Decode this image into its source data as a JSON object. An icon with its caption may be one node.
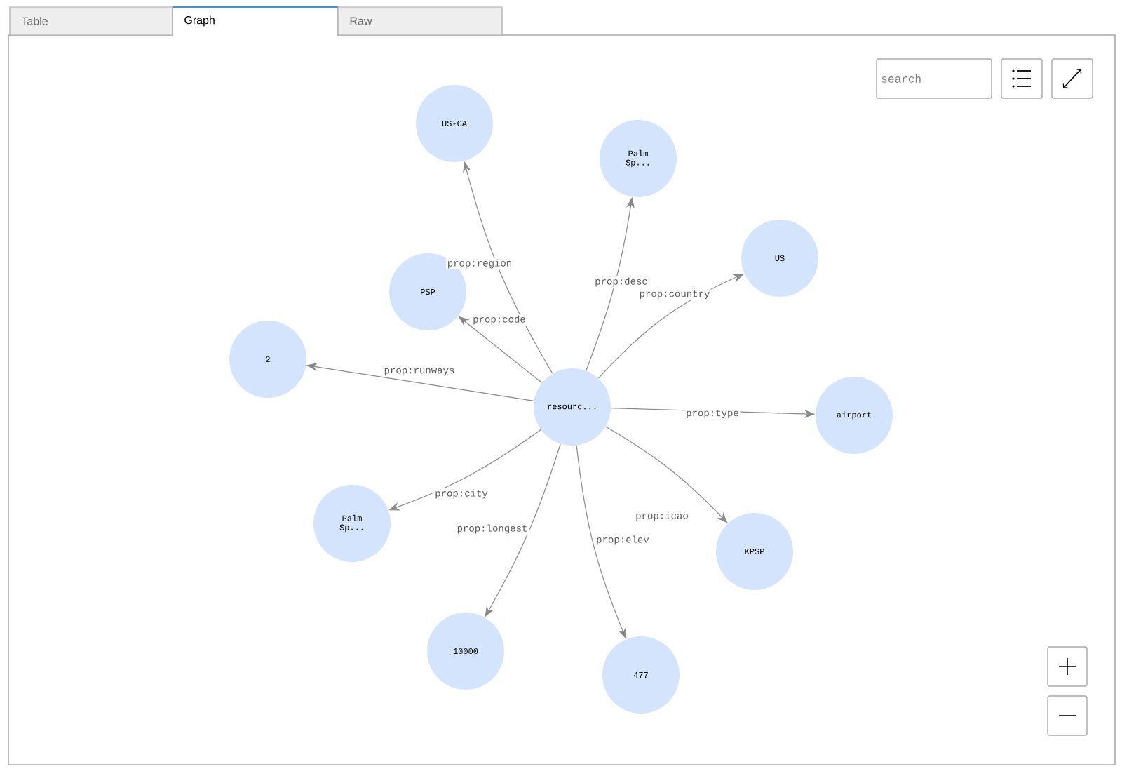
{
  "diagram": {
    "nodes": [
      {
        "text": [
          "resourc..."
        ]
      },
      {
        "text": [
          "US-CA"
        ]
      },
      {
        "text": [
          "Palm Sp..."
        ]
      },
      {
        "text": [
          "US"
        ]
      },
      {
        "text": [
          "PSP"
        ]
      },
      {
        "text": [
          "2"
        ]
      },
      {
        "text": [
          "airport"
        ]
      },
      {
        "text": [
          "Palm Sp..."
        ]
      },
      {
        "text": [
          "KPSP"
        ]
      },
      {
        "text": [
          "10000"
        ]
      },
      {
        "text": [
          "477"
        ]
      }
    ],
    "edges": [
      {
        "from": 0,
        "to": 1,
        "arrow": "to",
        "label": "prop:region"
      },
      {
        "from": 0,
        "to": 2,
        "arrow": "to",
        "label": "prop:desc"
      },
      {
        "from": 0,
        "to": 3,
        "arrow": "to",
        "label": "prop:country"
      },
      {
        "from": 0,
        "to": 4,
        "arrow": "to",
        "label": "prop:code"
      },
      {
        "from": 0,
        "to": 5,
        "arrow": "to",
        "label": "prop:runways"
      },
      {
        "from": 0,
        "to": 6,
        "arrow": "to",
        "label": "prop:type"
      },
      {
        "from": 0,
        "to": 7,
        "arrow": "to",
        "label": "prop:city"
      },
      {
        "from": 0,
        "to": 9,
        "arrow": "to",
        "label": "prop:longest"
      },
      {
        "from": 0,
        "to": 10,
        "arrow": "to",
        "label": "prop:elev"
      },
      {
        "from": 0,
        "to": 8,
        "arrow": "to",
        "label": "prop:icao"
      }
    ],
    "labels": [
      "Table",
      "Graph",
      "Raw",
      "search"
    ]
  }
}
